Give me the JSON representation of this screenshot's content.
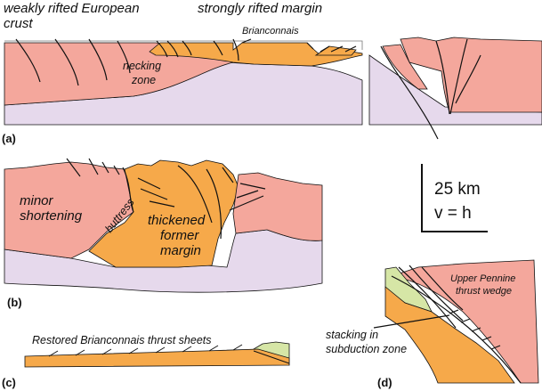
{
  "labels": {
    "top_left_line1": "weakly rifted European",
    "top_left_line2": "crust",
    "top_center": "strongly rifted margin",
    "brianconnais": "Brianconnais",
    "necking_line1": "necking",
    "necking_line2": "zone",
    "minor_line1": "minor",
    "minor_line2": "shortening",
    "buttress": "buttress",
    "thickened_line1": "thickened",
    "thickened_line2": "former",
    "thickened_line3": "margin",
    "restored": "Restored Brianconnais thrust sheets",
    "upper_pennine_line1": "Upper Pennine",
    "upper_pennine_line2": "thrust wedge",
    "stacking_line1": "stacking in",
    "stacking_line2": "subduction zone"
  },
  "panels": {
    "a": "(a)",
    "b": "(b)",
    "c": "(c)",
    "d": "(d)"
  },
  "scale_bar": {
    "length": "25 km",
    "ratio": "v = h"
  },
  "colors": {
    "crust": "#f4a79c",
    "margin": "#f6a94a",
    "mantle": "#e6d9ec",
    "sediment": "#d6e6a6",
    "line": "#111111"
  }
}
